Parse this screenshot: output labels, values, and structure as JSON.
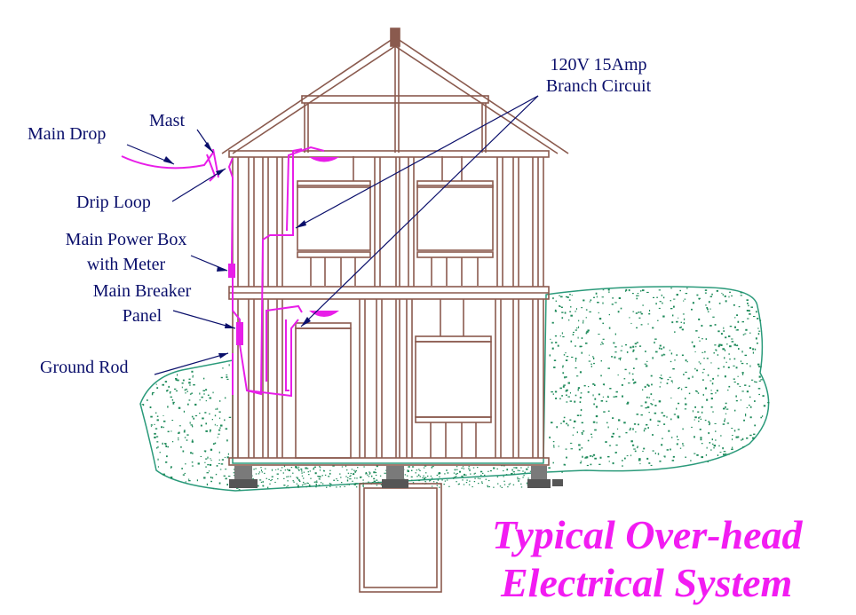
{
  "labels": {
    "main_drop": "Main Drop",
    "mast": "Mast",
    "drip_loop": "Drip Loop",
    "main_power_box_1": "Main Power Box",
    "main_power_box_2": "with Meter",
    "main_breaker_1": "Main Breaker",
    "main_breaker_2": "Panel",
    "ground_rod": "Ground Rod",
    "branch_circuit_1": "120V 15Amp",
    "branch_circuit_2": "Branch Circuit"
  },
  "title": {
    "line1": "Typical Over-head",
    "line2": "Electrical System"
  },
  "colors": {
    "frame": "#8a5a4e",
    "wire": "#e81ee8",
    "label": "#0a0f6b",
    "ground_outline": "#2a9a7a",
    "ground_speck": "#1e8a5a",
    "footing": "#7a7a7a",
    "title": "#f21cf2"
  }
}
